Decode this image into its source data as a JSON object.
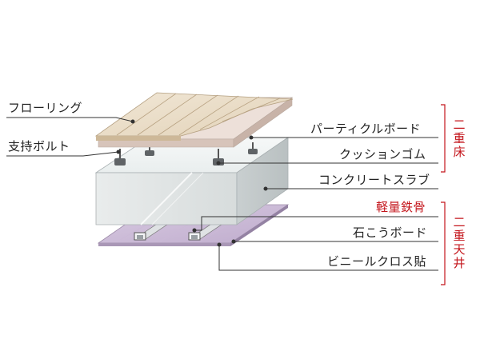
{
  "labels": {
    "flooring": "フローリング",
    "support_bolt": "支持ボルト",
    "particle_board": "パーティクルボード",
    "cushion_rubber": "クッションゴム",
    "concrete_slab": "コンクリートスラブ",
    "light_steel": "軽量鉄骨",
    "gypsum_board": "石こうボード",
    "vinyl_cloth": "ビニールクロス貼"
  },
  "groups": {
    "double_floor": "二重床",
    "double_ceiling": "二重天井"
  },
  "colors": {
    "accent_red": "#c4161c",
    "text": "#222222",
    "flooring": "#e9dcc6",
    "slab": "#e2e6e7",
    "ceiling_board": "#cdbdd6"
  }
}
